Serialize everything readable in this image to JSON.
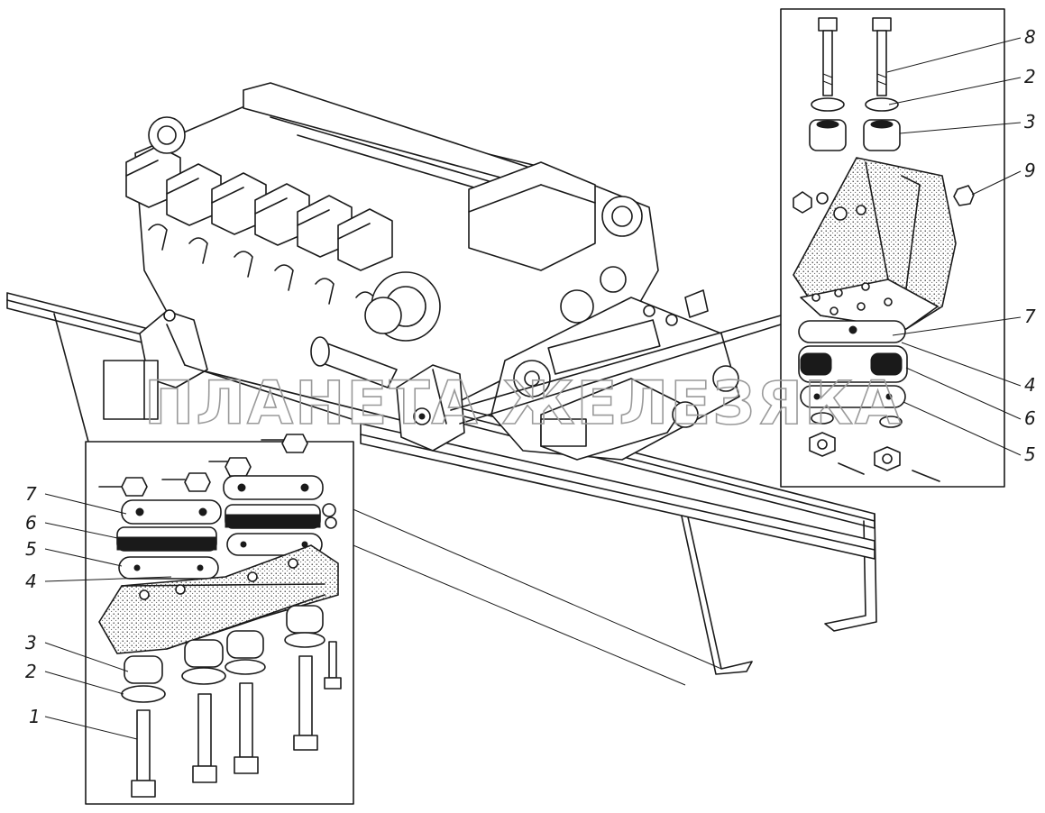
{
  "watermark": "ПЛАНЕТА ЖЕЛЕЗЯКА",
  "callouts_left": {
    "c7": "7",
    "c6": "6",
    "c5": "5",
    "c4": "4",
    "c3": "3",
    "c2": "2",
    "c1": "1"
  },
  "callouts_right": {
    "c8": "8",
    "c2": "2",
    "c3": "3",
    "c9": "9",
    "c7": "7",
    "c4": "4",
    "c6": "6",
    "c5": "5"
  }
}
